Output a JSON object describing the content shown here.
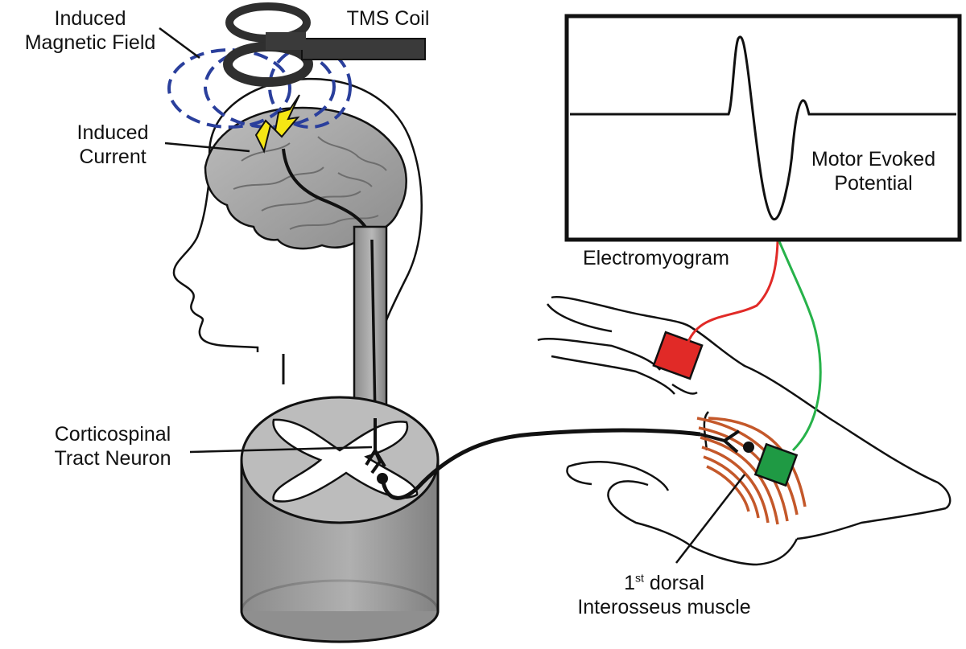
{
  "labels": {
    "magnetic_field": [
      "Induced",
      "Magnetic Field"
    ],
    "tms_coil": "TMS Coil",
    "induced_current": [
      "Induced",
      "Current"
    ],
    "mep": [
      "Motor Evoked",
      "Potential"
    ],
    "emg": "Electromyogram",
    "ctn": [
      "Corticospinal",
      "Tract Neuron"
    ],
    "muscle_number": "1",
    "muscle_suffix": "st",
    "muscle_line1_rest": " dorsal",
    "muscle_line2": "Interosseus muscle"
  },
  "colors": {
    "field": "#2a3f9c",
    "bolt": "#f5e614",
    "brain": "#9c9c9c",
    "electrode_red": "#e12a27",
    "electrode_green": "#1f9a44",
    "wire_red": "#e12a27",
    "wire_green": "#27b24a",
    "muscle": "#c4582a",
    "cord": "#999999"
  }
}
